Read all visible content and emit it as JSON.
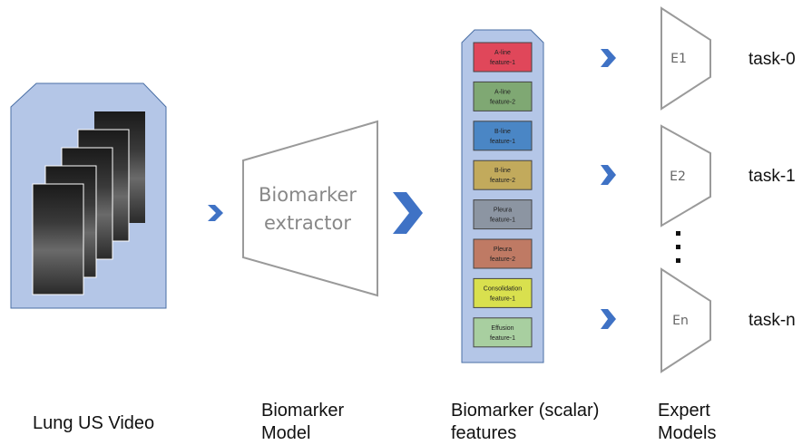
{
  "captions": {
    "video": "Lung US Video",
    "model_line1": "Biomarker",
    "model_line2": "Model",
    "features_line1": "Biomarker (scalar)",
    "features_line2": "features",
    "experts_line1": "Expert",
    "experts_line2": "Models"
  },
  "extractor": {
    "line1": "Biomarker",
    "line2": "extractor"
  },
  "features": [
    {
      "line1": "A-line",
      "line2": "feature-1",
      "color": "#e0475a"
    },
    {
      "line1": "A-line",
      "line2": "feature-2",
      "color": "#7fa873"
    },
    {
      "line1": "B-line",
      "line2": "feature-1",
      "color": "#4a86c5"
    },
    {
      "line1": "B-line",
      "line2": "feature-2",
      "color": "#c2aa5c"
    },
    {
      "line1": "Pleura",
      "line2": "feature-1",
      "color": "#8c95a2"
    },
    {
      "line1": "Pleura",
      "line2": "feature-2",
      "color": "#bf7a64"
    },
    {
      "line1": "Consolidation",
      "line2": "feature-1",
      "color": "#d9e04e"
    },
    {
      "line1": "Effusion",
      "line2": "feature-1",
      "color": "#a8cfa0"
    }
  ],
  "experts": [
    {
      "label": "E1",
      "task": "task-0"
    },
    {
      "label": "E2",
      "task": "task-1"
    },
    {
      "label": "En",
      "task": "task-n"
    }
  ],
  "colors": {
    "panel_fill": "#b4c6e7",
    "panel_stroke": "#4a6fa5",
    "chevron": "#3f72c5",
    "outline": "#9a9a9a"
  }
}
